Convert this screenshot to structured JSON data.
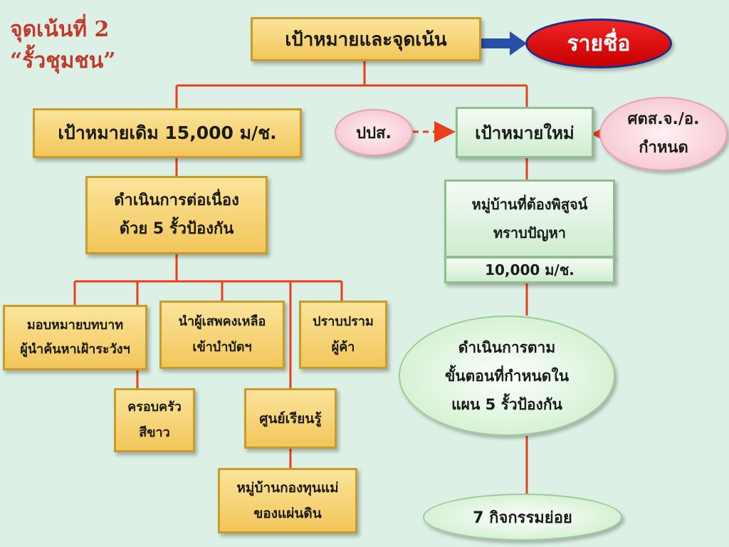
{
  "heading": {
    "line1": "จุดเน้นที่ 2",
    "line2": "“รั้วชุมชน”"
  },
  "nodes": {
    "goals_focus": "เป้าหมายและจุดเน้น",
    "name_list": "รายชื่อ",
    "old_target": "เป้าหมายเดิม 15,000 ม/ช.",
    "continue_ops": [
      "ดำเนินการต่อเนื่อง",
      "ด้วย 5 รั้วป้องกัน"
    ],
    "assign_roles": [
      "มอบหมายบทบาท",
      "ผู้นำค้นหาเฝ้าระวังฯ"
    ],
    "bring_addicts": [
      "นำผู้เสพคงเหลือ",
      "เข้าบำบัดฯ"
    ],
    "suppress_dealers": [
      "ปราบปราม",
      "ผู้ค้า"
    ],
    "white_family": [
      "ครอบครัว",
      "สีขาว"
    ],
    "learning_center": "ศูนย์เรียนรู้",
    "motherland_village": [
      "หมู่บ้านกองทุนแม่",
      "ของแผ่นดิน"
    ],
    "popos": "ปปส.",
    "new_target": "เป้าหมายใหม่",
    "set_by": [
      "ศตส.จ./อ.",
      "กำหนด"
    ],
    "prove_villages": [
      "หมู่บ้านที่ต้องพิสูจน์",
      "ทราบปัญหา"
    ],
    "prove_count": "10,000 ม/ช.",
    "follow_steps": [
      "ดำเนินการตาม",
      "ขั้นตอนที่กำหนดใน",
      "แผน 5 รั้วป้องกัน"
    ],
    "sub_activities": "7 กิจกรรมย่อย"
  },
  "colors": {
    "background": "#ddf0e6",
    "connector": "#e8401c",
    "heading": "#c0392b",
    "gold_box": "#f8d877",
    "green_box": "#d6f0d6",
    "arrow_blue": "#2a4fa8",
    "name_pill": "#e01414"
  }
}
